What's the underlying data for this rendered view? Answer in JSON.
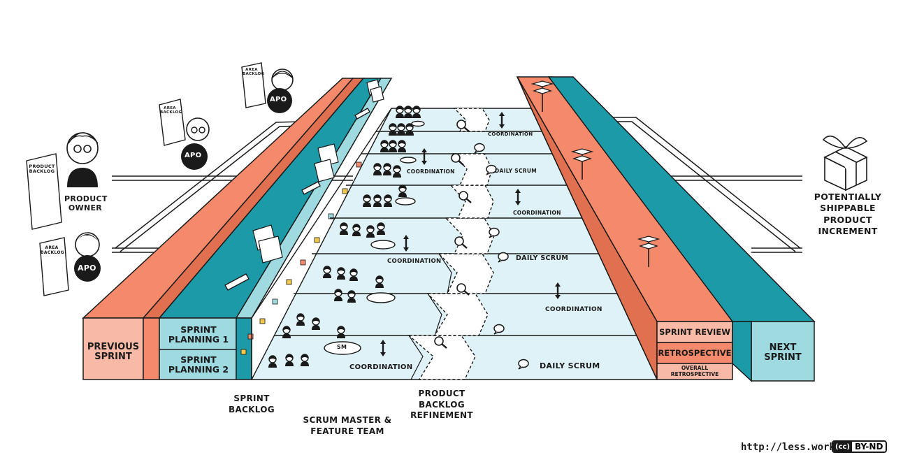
{
  "colors": {
    "salmon": "#f4896b",
    "salmon_light": "#f8b9a6",
    "teal": "#1c9aa8",
    "teal_light": "#9fdae0",
    "lane": "#dff2f7",
    "ink": "#1a1a1a"
  },
  "labels": {
    "previous_sprint": "PREVIOUS SPRINT",
    "sprint_planning_1": "SPRINT PLANNING 1",
    "sprint_planning_2": "SPRINT PLANNING 2",
    "sprint_review": "SPRINT REVIEW",
    "retrospective": "RETROSPECTIVE",
    "overall_retrospective": "OVERALL RETROSPECTIVE",
    "next_sprint": "NEXT SPRINT",
    "product_owner": "PRODUCT OWNER",
    "potentially_shippable": "POTENTIALLY SHIPPABLE PRODUCT INCREMENT",
    "sprint_backlog": "SPRINT BACKLOG",
    "scrum_master_team": "SCRUM MASTER & FEATURE TEAM",
    "product_backlog_refinement": "PRODUCT BACKLOG REFINEMENT",
    "coordination": "COORDINATION",
    "daily_scrum": "DAILY SCRUM",
    "sm": "SM",
    "apo": "APO",
    "product_backlog_doc": "PRODUCT BACKLOG",
    "area_backlog_doc": "AREA BACKLOG",
    "url": "http://less.works",
    "license_icon": "(cc)",
    "license": "BY-ND"
  },
  "lanes": [
    {
      "coordination": "COORDINATION",
      "daily_scrum": "DAILY SCRUM"
    },
    {
      "coordination": "COORDINATION",
      "daily_scrum": ""
    },
    {
      "coordination": "COORDINATION",
      "daily_scrum": "DAILY SCRUM"
    },
    {
      "coordination": "COORDINATION",
      "daily_scrum": ""
    },
    {
      "coordination": "COORDINATION",
      "daily_scrum": "DAILY SCRUM"
    },
    {
      "coordination": "COORDINATION",
      "daily_scrum": ""
    }
  ],
  "icons": [
    "person-icon",
    "magnifier-icon",
    "speech-bubble-icon",
    "double-arrow-icon",
    "signpost-icon",
    "gift-box-icon",
    "document-icon",
    "marker-icon",
    "sticky-note-icon"
  ]
}
